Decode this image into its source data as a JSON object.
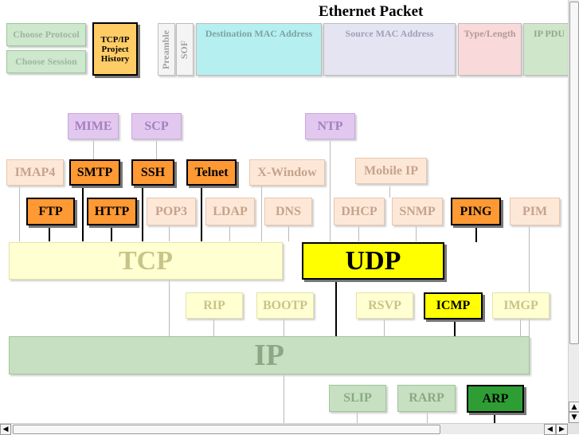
{
  "controls": {
    "choose_protocol": "Choose Protocol",
    "choose_session": "Choose Session",
    "history": "TCP/IP Project History"
  },
  "packet": {
    "title": "Ethernet Packet",
    "preamble": "Preamble",
    "sof": "SOF",
    "dest_mac": "Destination MAC Address",
    "src_mac": "Source MAC Address",
    "type_length": "Type/Length",
    "ip_pdu": "IP PDU"
  },
  "protocols": {
    "mime": "MIME",
    "scp": "SCP",
    "ntp": "NTP",
    "imap4": "IMAP4",
    "smtp": "SMTP",
    "ssh": "SSH",
    "telnet": "Telnet",
    "xwindow": "X-Window",
    "mobile_ip": "Mobile IP",
    "ftp": "FTP",
    "http": "HTTP",
    "pop3": "POP3",
    "ldap": "LDAP",
    "dns": "DNS",
    "dhcp": "DHCP",
    "snmp": "SNMP",
    "ping": "PING",
    "pim": "PIM",
    "tcp": "TCP",
    "udp": "UDP",
    "rip": "RIP",
    "bootp": "BOOTP",
    "rsvp": "RSVP",
    "icmp": "ICMP",
    "imgp": "IMGP",
    "ip": "IP",
    "slip": "SLIP",
    "rarp": "RARP",
    "arp": "ARP"
  },
  "colors": {
    "highlight_orange": "#ff9933",
    "highlight_yellow": "#ffff00",
    "highlight_green": "#2e9e34",
    "dest_mac_bg": "#b5efef",
    "src_mac_bg": "#e4e4f3",
    "type_length_bg": "#f9d9d9",
    "ip_pdu_bg": "#cfe6cb"
  },
  "icons": {
    "scroll_up": "▲",
    "scroll_down": "▼",
    "scroll_left": "◀",
    "scroll_right": "▶"
  }
}
